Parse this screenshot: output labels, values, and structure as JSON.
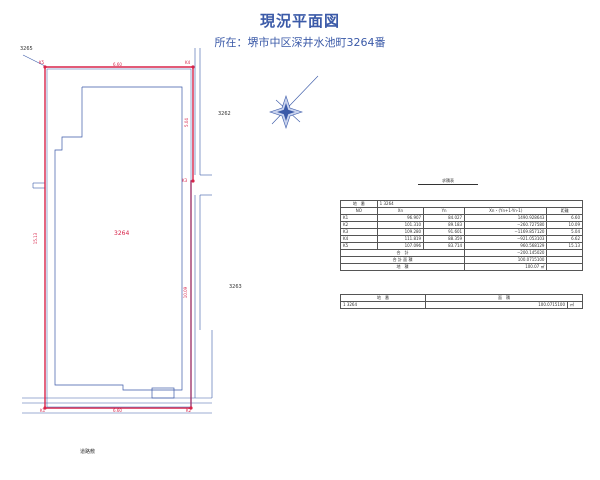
{
  "title": "現況平面図",
  "subtitle": "所在：堺市中区深井水池町3264番",
  "plan": {
    "lot_number": "3264",
    "neighbor_labels": [
      "3265",
      "3262",
      "3263"
    ],
    "road_label": "道路敷",
    "points": [
      "K1",
      "K2",
      "K3",
      "K4",
      "K5"
    ],
    "dimensions": {
      "top": "6.60",
      "bottom": "6.60",
      "left": "15.13",
      "right_upper": "5.04",
      "right_lower": "10.09"
    }
  },
  "calc_table": {
    "caption": "求積表",
    "lot_label": "地　番",
    "lot_value": "1 3264",
    "headers": [
      "NO",
      "Xn",
      "Yn",
      "Xn・(Yn+1-Yn-1)",
      "距離"
    ],
    "rows": [
      [
        "K1",
        "96.907",
        "84.027",
        "1490.928643",
        "6.60"
      ],
      [
        "K2",
        "101.310",
        "89.183",
        "−260.727580",
        "10.09"
      ],
      [
        "K3",
        "109.280",
        "91.601",
        "−1169.857120",
        "5.04"
      ],
      [
        "K4",
        "111.819",
        "88.359",
        "−921.053103",
        "6.62"
      ],
      [
        "K5",
        "107.096",
        "83.714",
        "960.568129",
        "15.13"
      ]
    ],
    "sum_label": "合　計",
    "sum_value": "−200.145020",
    "double_area_label": "合 計 面 積",
    "double_area_value": "100.0715100",
    "area_label": "地　積",
    "area_value": "100.07",
    "area_unit": "㎡"
  },
  "area_table": {
    "headers": [
      "地　番",
      "面　積"
    ],
    "rows": [
      [
        "1 3264",
        "100.0715100",
        "㎡"
      ]
    ]
  }
}
